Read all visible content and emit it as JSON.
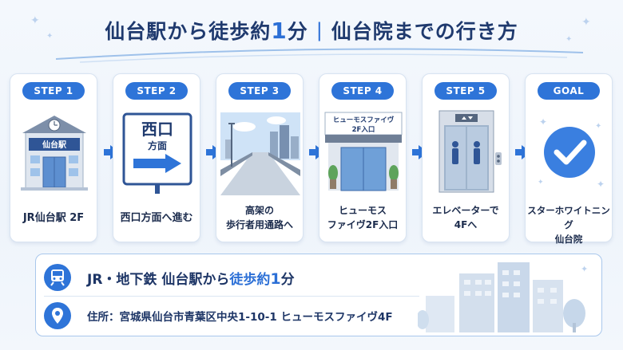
{
  "header": {
    "title_part1": "仙台駅から徒歩約",
    "title_num": "1",
    "title_part2": "分",
    "separator": "|",
    "title_part3": "仙台院までの行き方"
  },
  "steps": [
    {
      "badge": "STEP 1",
      "caption": "JR仙台駅 2F",
      "sign": "仙台駅"
    },
    {
      "badge": "STEP 2",
      "caption": "西口方面へ進む",
      "sign_main": "西口",
      "sign_sub": "方面"
    },
    {
      "badge": "STEP 3",
      "caption_line1": "高架の",
      "caption_line2": "歩行者用通路へ"
    },
    {
      "badge": "STEP 4",
      "caption_line1": "ヒューモス",
      "caption_line2": "ファイヴ2F入口",
      "sign_line1": "ヒューモスファイヴ",
      "sign_line2": "2F入口"
    },
    {
      "badge": "STEP 5",
      "caption_line1": "エレベーターで",
      "caption_line2": "4Fへ"
    },
    {
      "badge": "GOAL",
      "caption_line1": "スターホワイトニング",
      "caption_line2": "仙台院"
    }
  ],
  "info": {
    "access_prefix": "JR・地下鉄 仙台駅から",
    "access_hl": "徒歩約",
    "access_num": "1",
    "access_suffix": "分",
    "address": "住所：宮城県仙台市青葉区中央1-10-1 ヒューモスファイヴ4F"
  },
  "colors": {
    "accent": "#2e74d8",
    "navy": "#1f3a6e",
    "check": "#3a7fe0"
  },
  "icons": [
    "train-icon",
    "location-pin-icon",
    "check-icon",
    "arrow-right-icon"
  ]
}
